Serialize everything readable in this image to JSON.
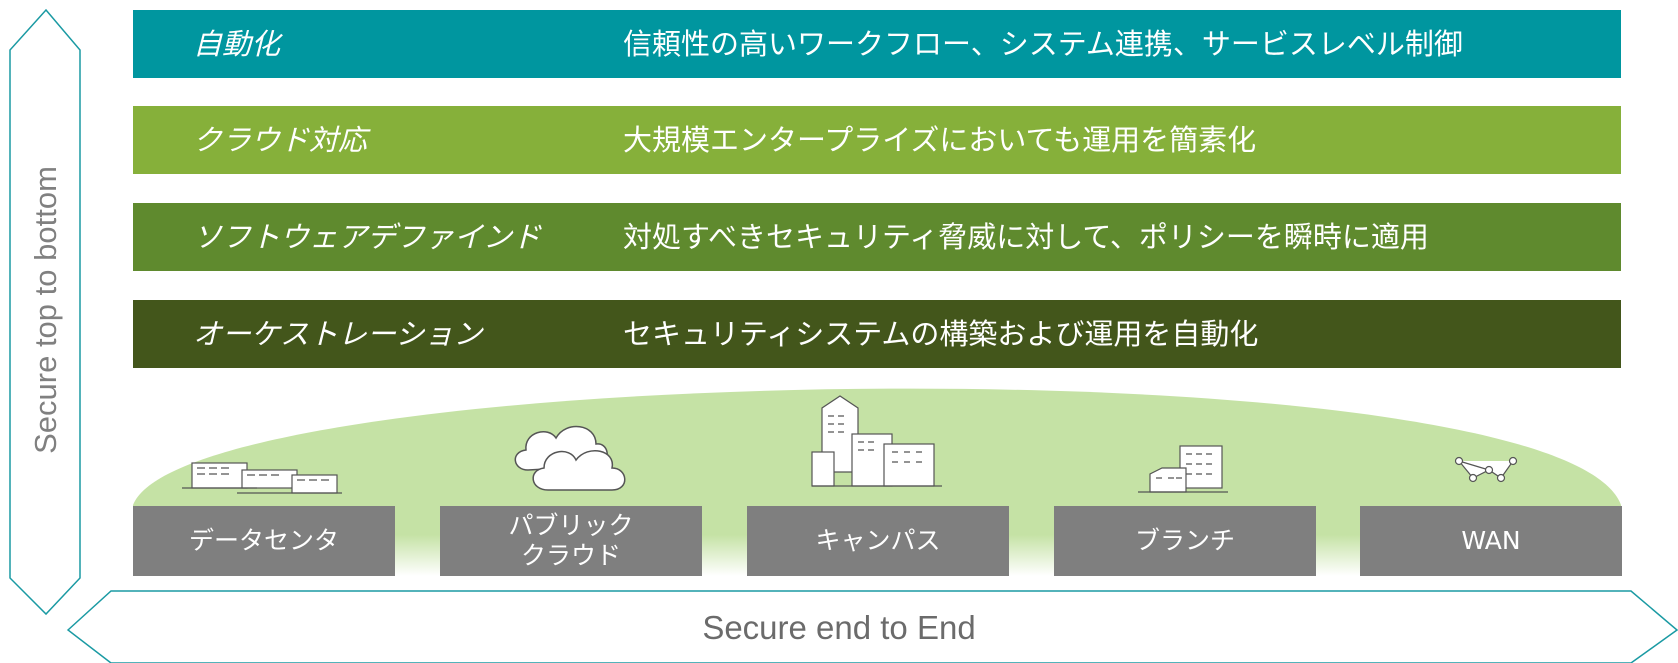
{
  "layers": [
    {
      "name": "自動化",
      "description": "信頼性の高いワークフロー、システム連携、サービスレベル制御",
      "color": "#00969f"
    },
    {
      "name": "クラウド対応",
      "description": "大規模エンタープライズにおいても運用を簡素化",
      "color": "#86b03a"
    },
    {
      "name": "ソフトウェアデファインド",
      "description": "対処すべきセキュリティ脅威に対して、ポリシーを瞬時に適用",
      "color": "#5f8a2e"
    },
    {
      "name": "オーケストレーション",
      "description": "セキュリティシステムの構築および運用を自動化",
      "color": "#43561b"
    }
  ],
  "segments": [
    {
      "label": "データセンタ",
      "icon": "datacenter-icon"
    },
    {
      "label": "パブリック\nクラウド",
      "icon": "cloud-icon"
    },
    {
      "label": "キャンパス",
      "icon": "campus-icon"
    },
    {
      "label": "ブランチ",
      "icon": "branch-icon"
    },
    {
      "label": "WAN",
      "icon": "wan-icon"
    }
  ],
  "axes": {
    "vertical": "Secure top to bottom",
    "horizontal": "Secure end to End"
  },
  "colors": {
    "arrow_stroke": "#1a9aa3",
    "dome": "#c5e2a5",
    "segment": "#7f7f7f"
  }
}
